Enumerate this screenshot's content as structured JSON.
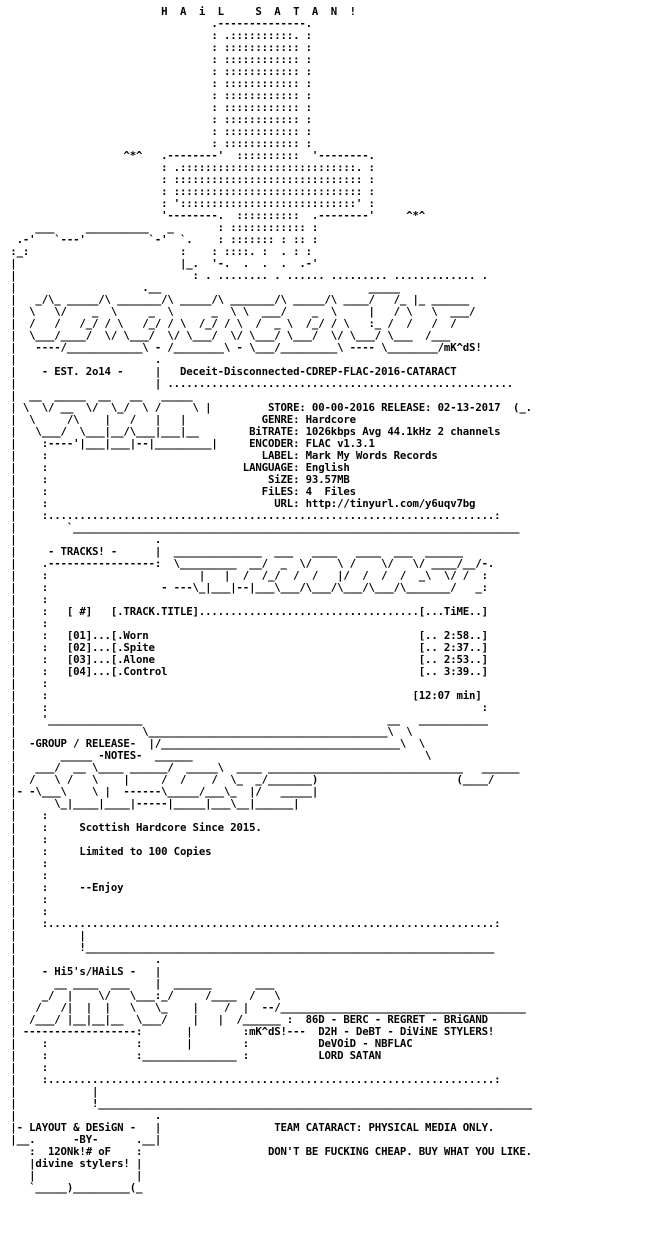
{
  "document": {
    "lines": [
      "                         H  A  i  L     S  A  T  A  N  !",
      "                                 .--------------.",
      "                                 : .::::::::::. :",
      "                                 : :::::::::::: :",
      "                                 : :::::::::::: :",
      "                                 : :::::::::::: :",
      "                                 : :::::::::::: :",
      "                                 : :::::::::::: :",
      "                                 : :::::::::::: :",
      "                                 : :::::::::::: :",
      "                                 : :::::::::::: :",
      "                                 : :::::::::::: :",
      "                   ^*^   .--------'  ::::::::::  '--------.",
      "                         : .::::::::::::::::::::::::::::. :",
      "                         : :::::::::::::::::::::::::::::: :",
      "                         : :::::::::::::::::::::::::::::: :",
      "                         : '::::::::::::::::::::::::::::' :",
      "                         '--------.  ::::::::::  .--------'     ^*^",
      "     ___     __________   _       : :::::::::::: :",
      "  .-'   `---'          `-'  `.    : ::::::: : :: :",
      " :_:                        :    : ::::. :  . : :",
      " |                          |_.  '-.  .  .  .  .-'",
      " |                            : . ........ . ...... ......... ............. .",
      " |                    .__                                 _____",
      " |   _/\\_ _____/\\ _______/\\ _____/\\ _______/\\ _____/\\ ____/   /_ |_ ______",
      " |  \\   \\/    _  \\     _  \\      _  \\ \\  ___/    _  \\     |   / \\   \\  ___/",
      " |  /   /   /_/ / \\   /_/ / \\  /_/ / \\  /  _ \\  /_/ / \\   :_ /  /   /  /",
      " |  \\___/____/  \\/ \\___/  \\/ \\___/  \\/ \\___/ \\___/  \\/ \\___/ \\___  /___",
      " |   ----/____________\\ - /________\\ - \\___/_________\\ ---- \\________/mK^dS!",
      " |                      .",
      " |    - EST. 2o14 -     |   Deceit-Disconnected-CDREP-FLAC-2016-CATARACT",
      " |                      | .......................................................",
      " |  __  _____  __   __   _____",
      " | \\  \\/ __  \\/  \\_/  \\ /     \\ |         STORE: 00-00-2016 RELEASE: 02-13-2017  (_.",
      " |  \\     /\\    |   /   |   |            GENRE: Hardcore",
      " |   \\___/  \\___|__/\\___|___|__        BiTRATE: 1026kbps Avg 44.1kHz 2 channels",
      " |    :----'|___|___|--|_________|     ENCODER: FLAC v1.3.1",
      " |    :                                  LABEL: Mark My Words Records",
      " |    :                               LANGUAGE: English",
      " |    :                                   SiZE: 93.57MB",
      " |    :                                  FiLES: 4  Files",
      " |    :                                    URL: http://tinyurl.com/y6uqv7bg",
      " |    :.......................................................................:",
      " |        `_______________________________________________________________________",
      " |                      .",
      " |     - TRACKS! -      |  ______________  ___   ____   ____  ___  ______",
      " |    .-----------------:  \\_________  __/  _  \\/    \\ /    \\/   \\/ ____/__/-.",
      " |    :                        |   |  /  /_/  /  /   |/  /  /  /  _\\  \\/ /  :",
      " |    :                  - ---\\_|___|--|___\\___/\\___/\\___/\\___/\\_______/   _:",
      " |    :",
      " |    :   [ #]   [.TRACK.TITLE]...................................[...TiME..]",
      " |    :",
      " |    :   [01]...[.Worn                                           [.. 2:58..]",
      " |    :   [02]...[.Spite                                          [.. 2:37..]",
      " |    :   [03]...[.Alone                                          [.. 2:53..]",
      " |    :   [04]...[.Control                                        [.. 3:39..]",
      " |    :",
      " |    :                                                          [12:07 min]",
      " |    :                                                                     :",
      " |    '_______________                                       __   ___________",
      " |                    \\______________________________________\\  \\",
      " |  -GROUP / RELEASE-  |/______________________________________\\  \\",
      " |       _____ -NOTES-  ______                                     \\",
      " |   ___/  __ \\____ ______/  _____\\  ____ _______________________________   ______",
      " |  /   \\ /   \\    |     /  /    /  \\_  _/_______)                      (____/",
      " |- -\\___\\    \\ |  ------\\_____/___\\_  |/   _____|",
      " |      \\_|____|____|-----|_____|___\\__|______|",
      " |    :",
      " |    :     Scottish Hardcore Since 2015.",
      " |    :",
      " |    :     Limited to 100 Copies",
      " |    :",
      " |    :",
      " |    :     --Enjoy",
      " |    :",
      " |    :",
      " |    :.......................................................................:",
      " |          |",
      " |          !_________________________________________________________________",
      " |                      .",
      " |    - Hi5's/HAiLS -   |",
      " |      __ ____  ___    |  ______       ___",
      " |    _/  |    \\/   \\___:_/     /____  /   \\",
      " |   /   /|  |  |   \\   \\_    |    /  |  --/_______________________________________",
      " |  /___/ |__|__|__  \\___/    |   |  /______ :  86D - BERC - REGRET - BRiGAND",
      " | ------------------:       |        :mK^dS!---  D2H - DeBT - DiViNE STYLERS!",
      " |    :              :       |        :           DeVOiD - NBFLAC",
      " |    :              :_______________ :           LORD SATAN",
      " |    :",
      " |    :.......................................................................:",
      " |            |",
      " |            !_____________________________________________________________________",
      " |                      .",
      " |- LAYOUT & DESiGN -   |                  TEAM CATARACT: PHYSICAL MEDIA ONLY.",
      " |__.      -BY-      .__|",
      "    :  12ONk!# oF    :                    DON'T BE FUCKING CHEAP. BUY WHAT YOU LIKE.",
      "    |divine stylers! |",
      "    |                |",
      "    `_____)_________(_"
    ]
  }
}
